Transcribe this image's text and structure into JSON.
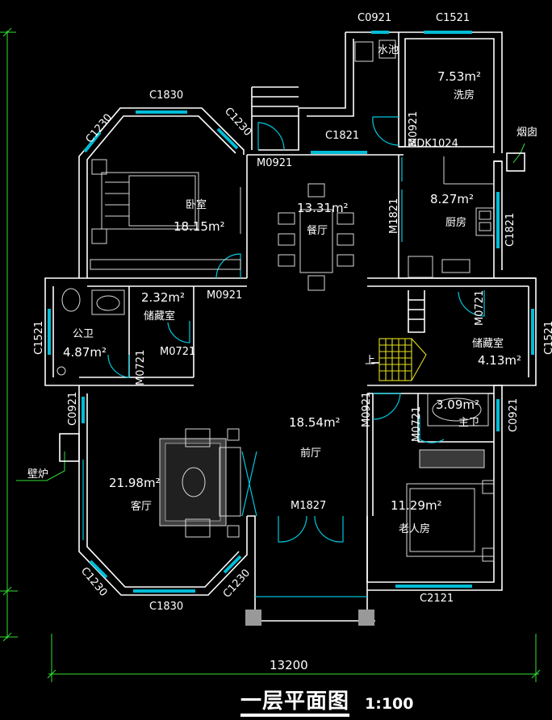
{
  "title": "一层平面图",
  "scale": "1:100",
  "overall_dimension": "13200",
  "rooms": {
    "bedroom": {
      "name": "卧室",
      "area": "18.15m²"
    },
    "dining": {
      "name": "餐厅",
      "area": "13.31m²"
    },
    "kitchen": {
      "name": "厨房",
      "area": "8.27m²"
    },
    "laundry": {
      "name": "洗房",
      "area": "7.53m²"
    },
    "storage_small": {
      "name": "储藏室",
      "area": "2.32m²"
    },
    "public_bath": {
      "name": "公卫",
      "area": "4.87m²"
    },
    "storage_right": {
      "name": "储藏室",
      "area": "4.13m²"
    },
    "master_bath": {
      "name": "主卫",
      "area": "3.09m²"
    },
    "hall": {
      "name": "前厅",
      "area": "18.54m²"
    },
    "living": {
      "name": "客厅",
      "area": "21.98m²"
    },
    "elder_room": {
      "name": "老人房",
      "area": "11.29m²"
    }
  },
  "labels": {
    "sink": "水池",
    "chimney": "烟囱",
    "fireplace": "壁炉",
    "up": "上"
  },
  "openings": {
    "c0921_top": "C0921",
    "c1521_top": "C1521",
    "c1830_top": "C1830",
    "c1230_tl": "C1230",
    "c1230_tr": "C1230",
    "c1821_mid": "C1821",
    "m0921_tl": "M0921",
    "m0921_laundry": "M0921",
    "mdk1024": "MDK1024",
    "m1821": "M1821",
    "c1821_right": "C1821",
    "m0921_bed": "M0921",
    "c1521_left": "C1521",
    "m0721_store": "M0721",
    "m0721_bath": "M0721",
    "m0721_right": "M0721",
    "c1521_right": "C1521",
    "m0921_hall": "M0921",
    "m0721_master": "M0721",
    "c0921_right": "C0921",
    "c0921_left": "C0921",
    "m1827": "M1827",
    "c1230_bl": "C1230",
    "c1230_br": "C1230",
    "c1830_bottom": "C1830",
    "c2121": "C2121"
  }
}
